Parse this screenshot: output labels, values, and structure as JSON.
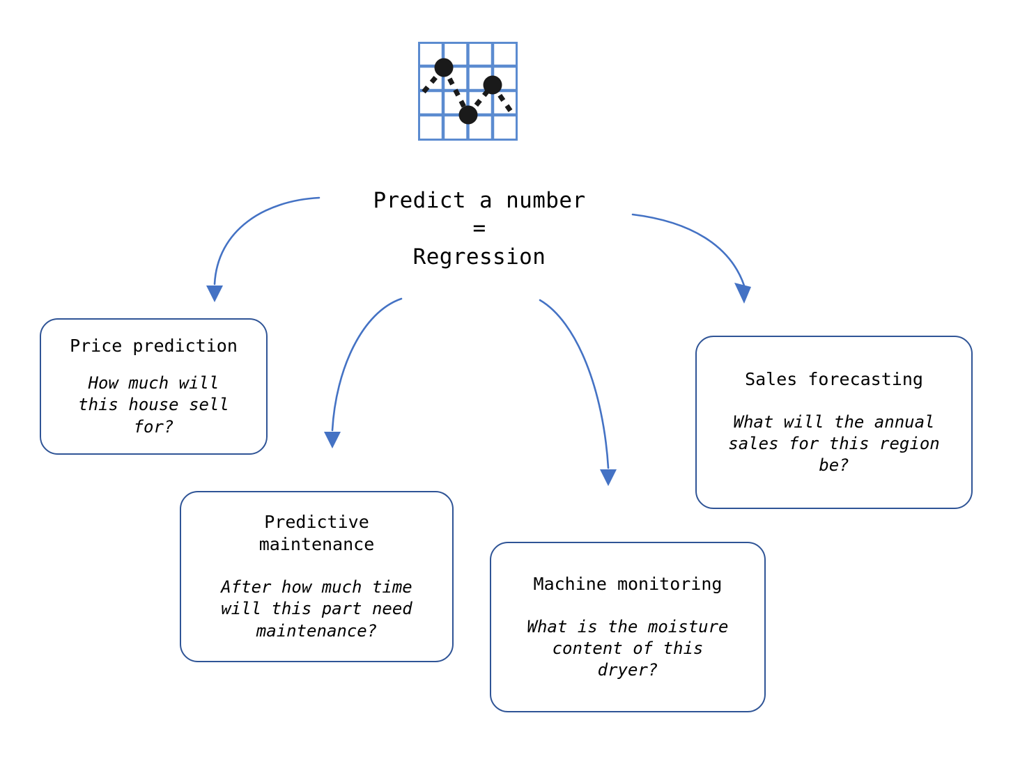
{
  "diagram": {
    "type": "concept-map",
    "background_color": "#FFFFFF",
    "accent_arrow_color": "#4472C4",
    "card_border_color": "#2F5496",
    "icon_grid_color": "#5B8BD0",
    "icon_dot_color": "#1A1A1A",
    "center": {
      "line1": "Predict a number",
      "line2": "=",
      "line3": "Regression"
    },
    "icon": {
      "name": "regression-scatter-grid-icon",
      "grid_rows": 4,
      "grid_cols": 4,
      "dot_count": 3,
      "connector_style": "dashed"
    },
    "cards": [
      {
        "id": "price-prediction",
        "title": "Price prediction",
        "question": "How much will\nthis house sell\nfor?"
      },
      {
        "id": "predictive-maintenance",
        "title": "Predictive\nmaintenance",
        "question": "After how much time\nwill this part need\nmaintenance?"
      },
      {
        "id": "machine-monitoring",
        "title": "Machine monitoring",
        "question": "What is the moisture\ncontent of this\ndryer?"
      },
      {
        "id": "sales-forecasting",
        "title": "Sales forecasting",
        "question": "What will the annual\nsales for this region\nbe?"
      }
    ],
    "arrows": [
      {
        "id": "arrow-to-price-prediction",
        "from": "center",
        "to": "price-prediction"
      },
      {
        "id": "arrow-to-predictive-maintenance",
        "from": "center",
        "to": "predictive-maintenance"
      },
      {
        "id": "arrow-to-machine-monitoring",
        "from": "center",
        "to": "machine-monitoring"
      },
      {
        "id": "arrow-to-sales-forecasting",
        "from": "center",
        "to": "sales-forecasting"
      }
    ]
  }
}
